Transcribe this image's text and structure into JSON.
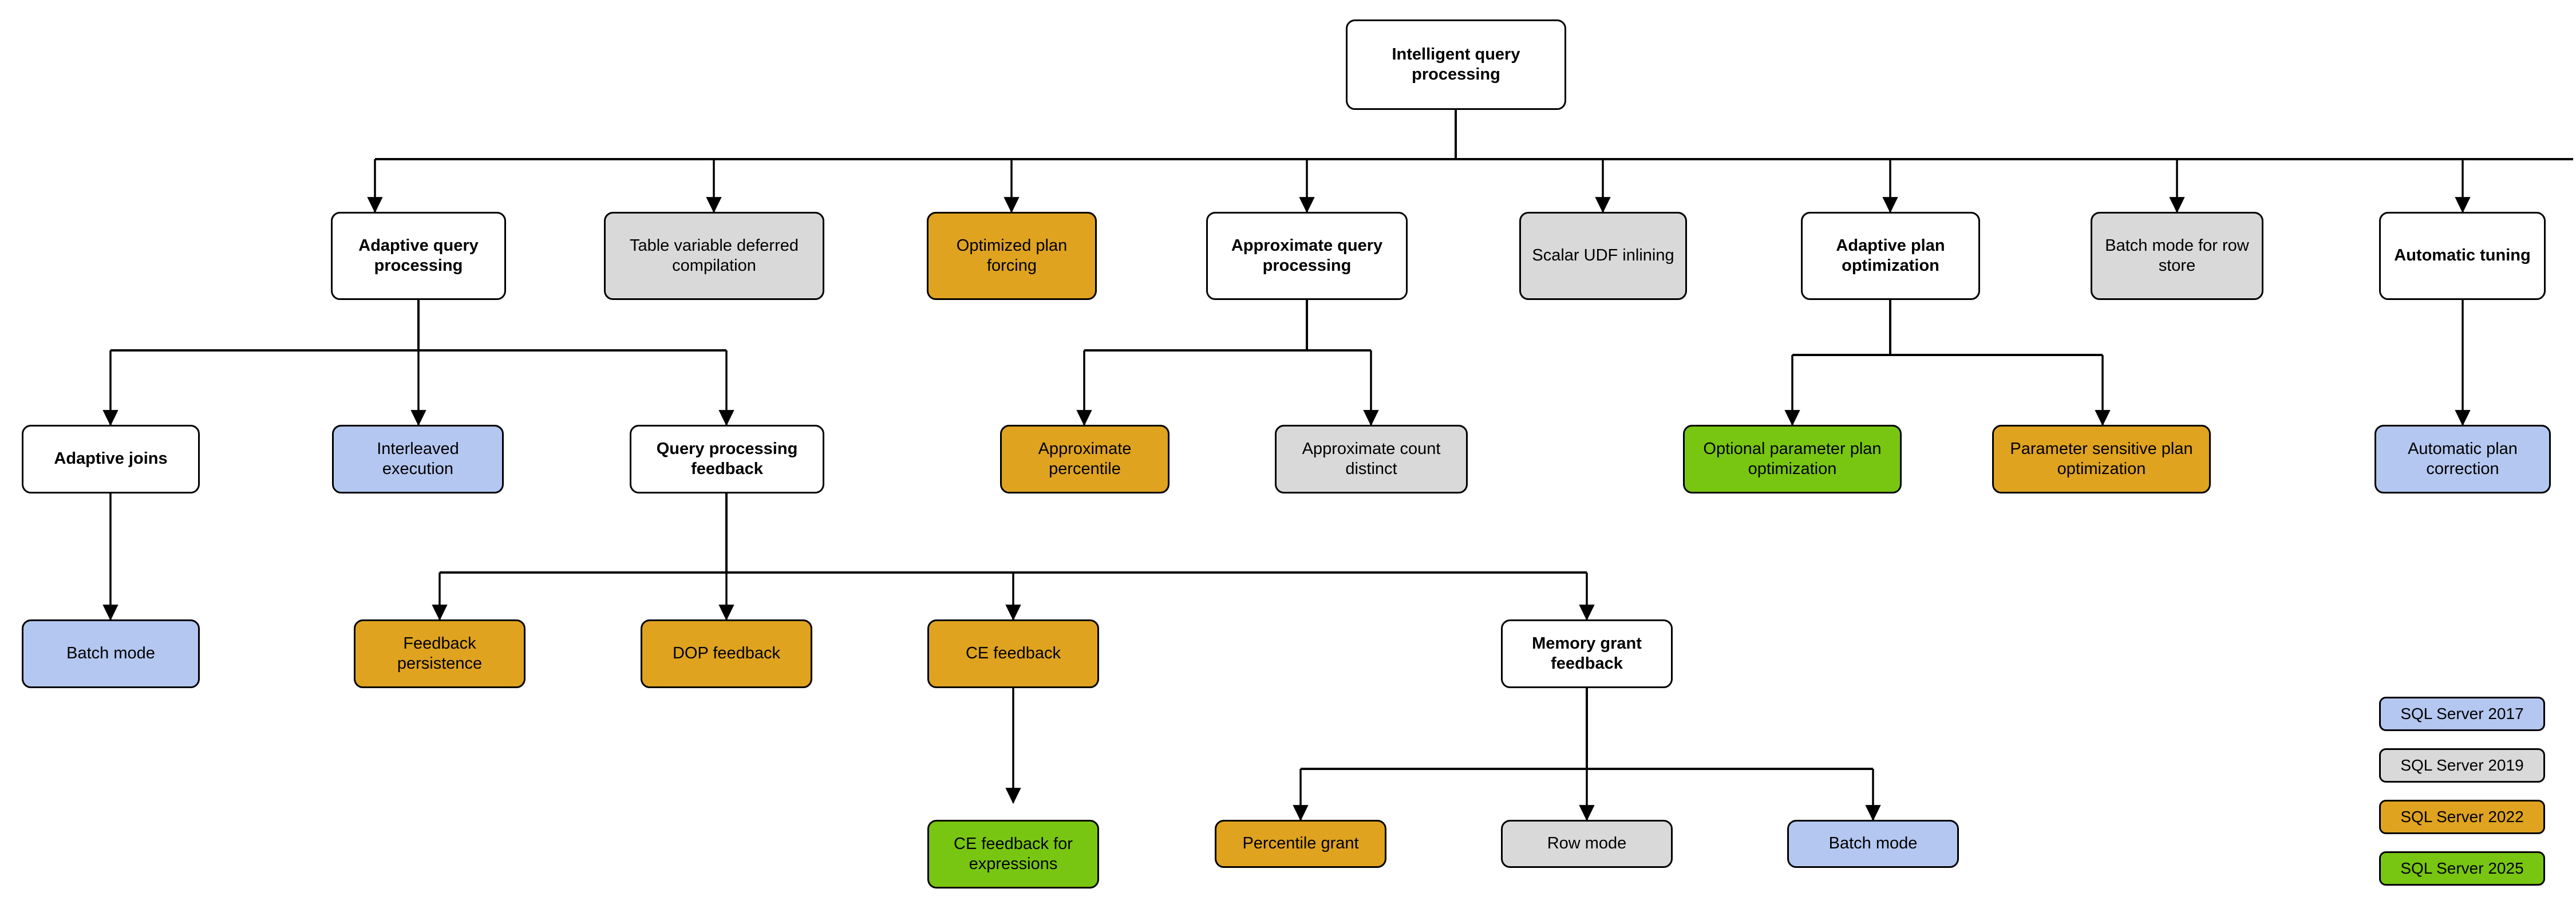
{
  "diagram": {
    "title": "Intelligent query processing",
    "type": "tree-hierarchy",
    "colors": {
      "white": "#ffffff",
      "gray": "#d9d9d9",
      "gold": "#dfa320",
      "blue": "#b4c7f0",
      "green": "#78c611",
      "stroke": "#000000"
    }
  },
  "nodes": {
    "root": "Intelligent query processing",
    "adaptive_query_processing": "Adaptive query processing",
    "table_variable_deferred_compilation": "Table variable deferred compilation",
    "optimized_plan_forcing": "Optimized plan forcing",
    "approximate_query_processing": "Approximate query processing",
    "scalar_udf_inlining": "Scalar UDF inlining",
    "adaptive_plan_optimization": "Adaptive plan optimization",
    "batch_mode_for_row_store": "Batch mode for row store",
    "automatic_tuning": "Automatic tuning",
    "adaptive_joins": "Adaptive joins",
    "interleaved_execution": "Interleaved execution",
    "query_processing_feedback": "Query processing feedback",
    "approximate_percentile": "Approximate percentile",
    "approximate_count_distinct": "Approximate count distinct",
    "optional_parameter_plan_optimization": "Optional parameter plan optimization",
    "parameter_sensitive_plan_optimization": "Parameter sensitive plan optimization",
    "automatic_plan_correction": "Automatic plan correction",
    "batch_mode": "Batch mode",
    "feedback_persistence": "Feedback persistence",
    "dop_feedback": "DOP feedback",
    "ce_feedback": "CE feedback",
    "memory_grant_feedback": "Memory grant feedback",
    "ce_feedback_for_expressions": "CE feedback for expressions",
    "percentile_grant": "Percentile grant",
    "row_mode": "Row mode",
    "batch_mode_grant": "Batch mode"
  },
  "legend": {
    "items": [
      {
        "label": "SQL Server 2017",
        "color": "#b4c7f0",
        "fill": "blue"
      },
      {
        "label": "SQL Server 2019",
        "color": "#d9d9d9",
        "fill": "gray"
      },
      {
        "label": "SQL Server 2022",
        "color": "#dfa320",
        "fill": "gold"
      },
      {
        "label": "SQL Server 2025",
        "color": "#78c611",
        "fill": "green"
      }
    ]
  },
  "edges": [
    {
      "from": "root",
      "to": "adaptive_query_processing"
    },
    {
      "from": "root",
      "to": "table_variable_deferred_compilation"
    },
    {
      "from": "root",
      "to": "optimized_plan_forcing"
    },
    {
      "from": "root",
      "to": "approximate_query_processing"
    },
    {
      "from": "root",
      "to": "scalar_udf_inlining"
    },
    {
      "from": "root",
      "to": "adaptive_plan_optimization"
    },
    {
      "from": "root",
      "to": "batch_mode_for_row_store"
    },
    {
      "from": "root",
      "to": "automatic_tuning"
    },
    {
      "from": "adaptive_query_processing",
      "to": "adaptive_joins"
    },
    {
      "from": "adaptive_query_processing",
      "to": "interleaved_execution"
    },
    {
      "from": "adaptive_query_processing",
      "to": "query_processing_feedback"
    },
    {
      "from": "approximate_query_processing",
      "to": "approximate_percentile"
    },
    {
      "from": "approximate_query_processing",
      "to": "approximate_count_distinct"
    },
    {
      "from": "adaptive_plan_optimization",
      "to": "optional_parameter_plan_optimization"
    },
    {
      "from": "adaptive_plan_optimization",
      "to": "parameter_sensitive_plan_optimization"
    },
    {
      "from": "automatic_tuning",
      "to": "automatic_plan_correction"
    },
    {
      "from": "adaptive_joins",
      "to": "batch_mode"
    },
    {
      "from": "query_processing_feedback",
      "to": "feedback_persistence"
    },
    {
      "from": "query_processing_feedback",
      "to": "dop_feedback"
    },
    {
      "from": "query_processing_feedback",
      "to": "ce_feedback"
    },
    {
      "from": "query_processing_feedback",
      "to": "memory_grant_feedback"
    },
    {
      "from": "ce_feedback",
      "to": "ce_feedback_for_expressions"
    },
    {
      "from": "memory_grant_feedback",
      "to": "percentile_grant"
    },
    {
      "from": "memory_grant_feedback",
      "to": "row_mode"
    },
    {
      "from": "memory_grant_feedback",
      "to": "batch_mode_grant"
    }
  ]
}
